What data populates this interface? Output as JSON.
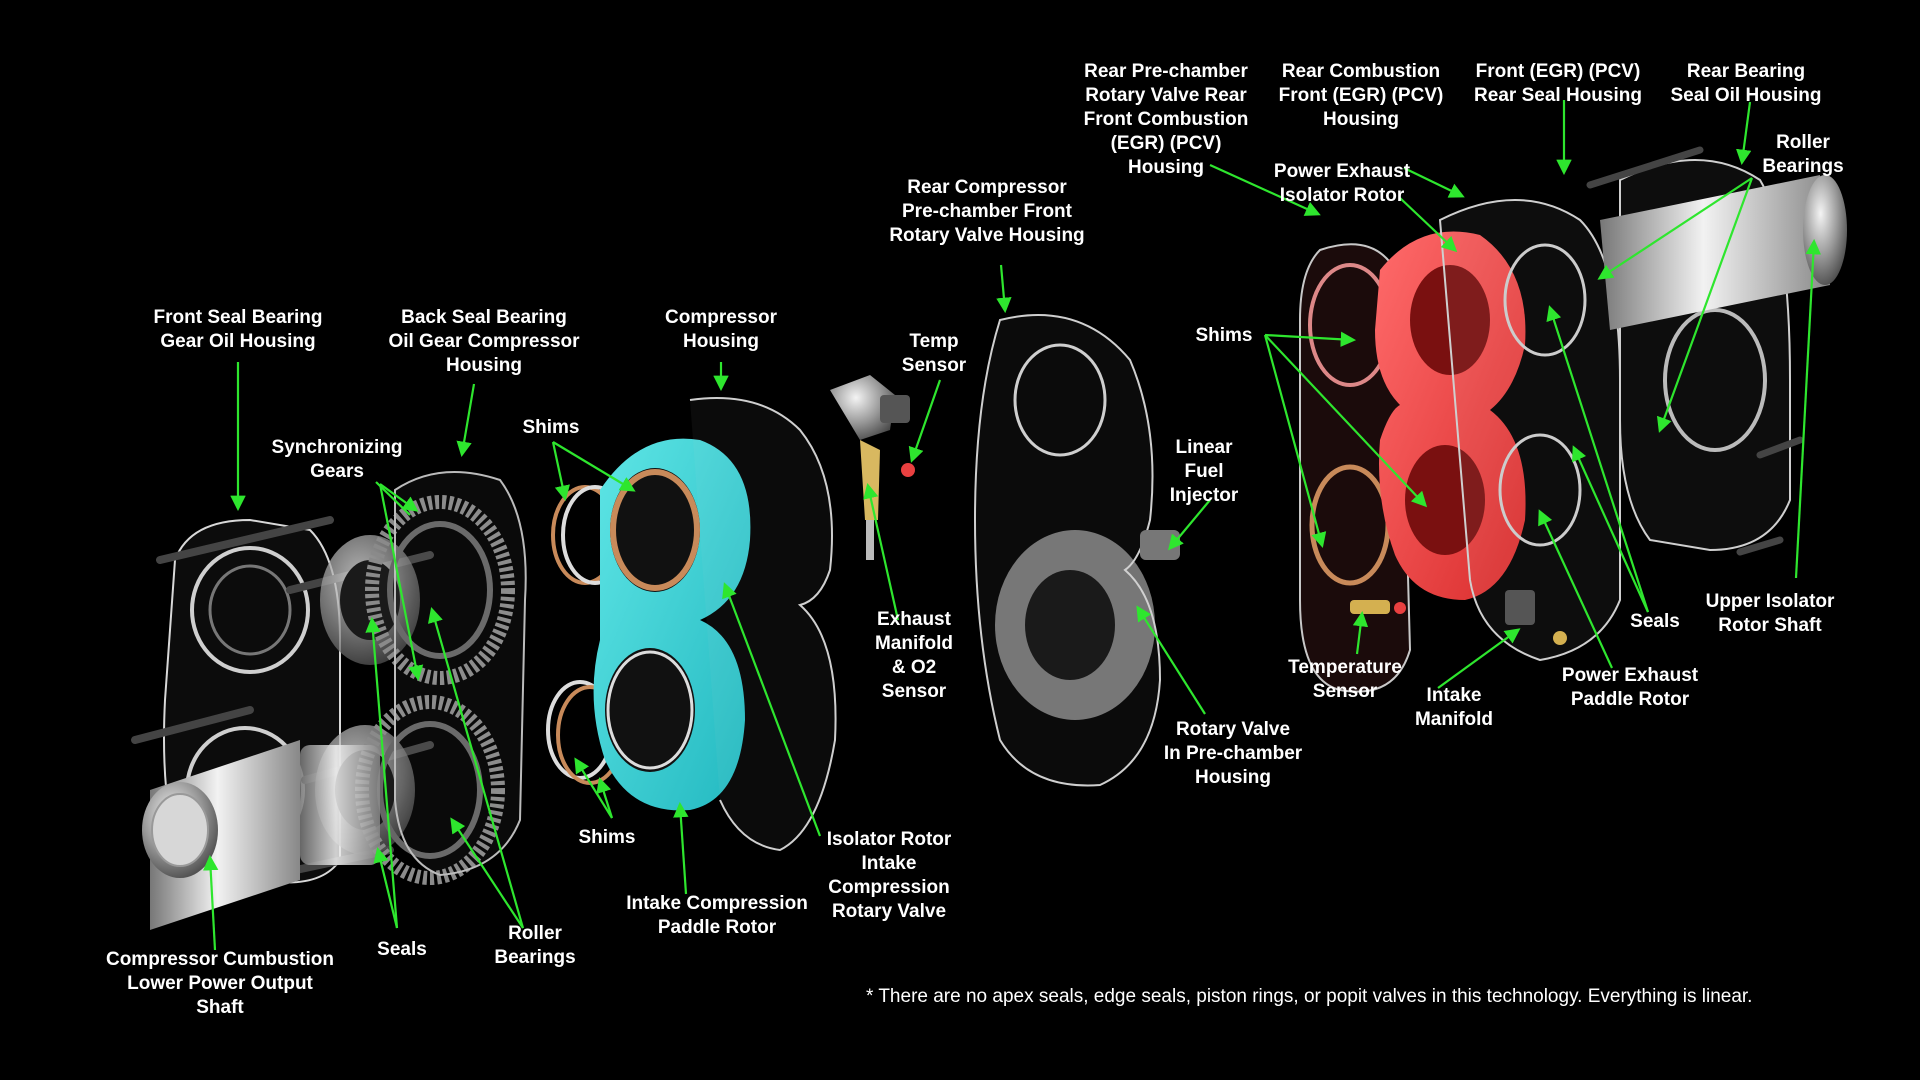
{
  "labels": {
    "front_seal_bearing": "Front Seal Bearing\nGear Oil Housing",
    "back_seal_bearing": "Back Seal Bearing\nOil Gear Compressor\nHousing",
    "compressor_housing": "Compressor\nHousing",
    "synchronizing_gears": "Synchronizing\nGears",
    "shims_top": "Shims",
    "temp_sensor": "Temp\nSensor",
    "rear_compressor": "Rear Compressor\nPre-chamber Front\nRotary Valve Housing",
    "linear_fuel_injector": "Linear\nFuel\nInjector",
    "exhaust_manifold": "Exhaust\nManifold\n& O2\nSensor",
    "isolator_rotor": "Isolator Rotor\nIntake\nCompression\nRotary Valve",
    "intake_compression": "Intake Compression\nPaddle Rotor",
    "shims_bottom": "Shims",
    "seals_left": "Seals",
    "roller_bearings_left": "Roller\nBearings",
    "compressor_combustion": "Compressor Cumbustion\nLower Power Output\nShaft",
    "rotary_valve_prechamber": "Rotary Valve\nIn Pre-chamber\nHousing",
    "rear_prechamber": "Rear Pre-chamber\nRotary Valve Rear\nFront Combustion\n(EGR) (PCV)\nHousing",
    "rear_combustion": "Rear Combustion\nFront (EGR) (PCV)\nHousing",
    "front_egr": "Front (EGR) (PCV)\nRear Seal Housing",
    "rear_bearing": "Rear Bearing\nSeal Oil Housing",
    "roller_bearings_right": "Roller\nBearings",
    "power_exhaust_isolator": "Power Exhaust\nIsolator Rotor",
    "shims_right": "Shims",
    "temperature_sensor": "Temperature\nSensor",
    "intake_manifold": "Intake\nManifold",
    "power_exhaust_paddle": "Power Exhaust\nPaddle Rotor",
    "seals_right": "Seals",
    "upper_isolator": "Upper Isolator\nRotor Shaft"
  },
  "footnote": "* There are no apex seals, edge seals, piston rings, or popit valves in this technology. Everything is linear.",
  "colors": {
    "background": "#000000",
    "leader": "#2ee62e",
    "cyan_rotor": "#35d6d6",
    "red_rotor": "#ef4444",
    "label_text": "#ffffff"
  }
}
